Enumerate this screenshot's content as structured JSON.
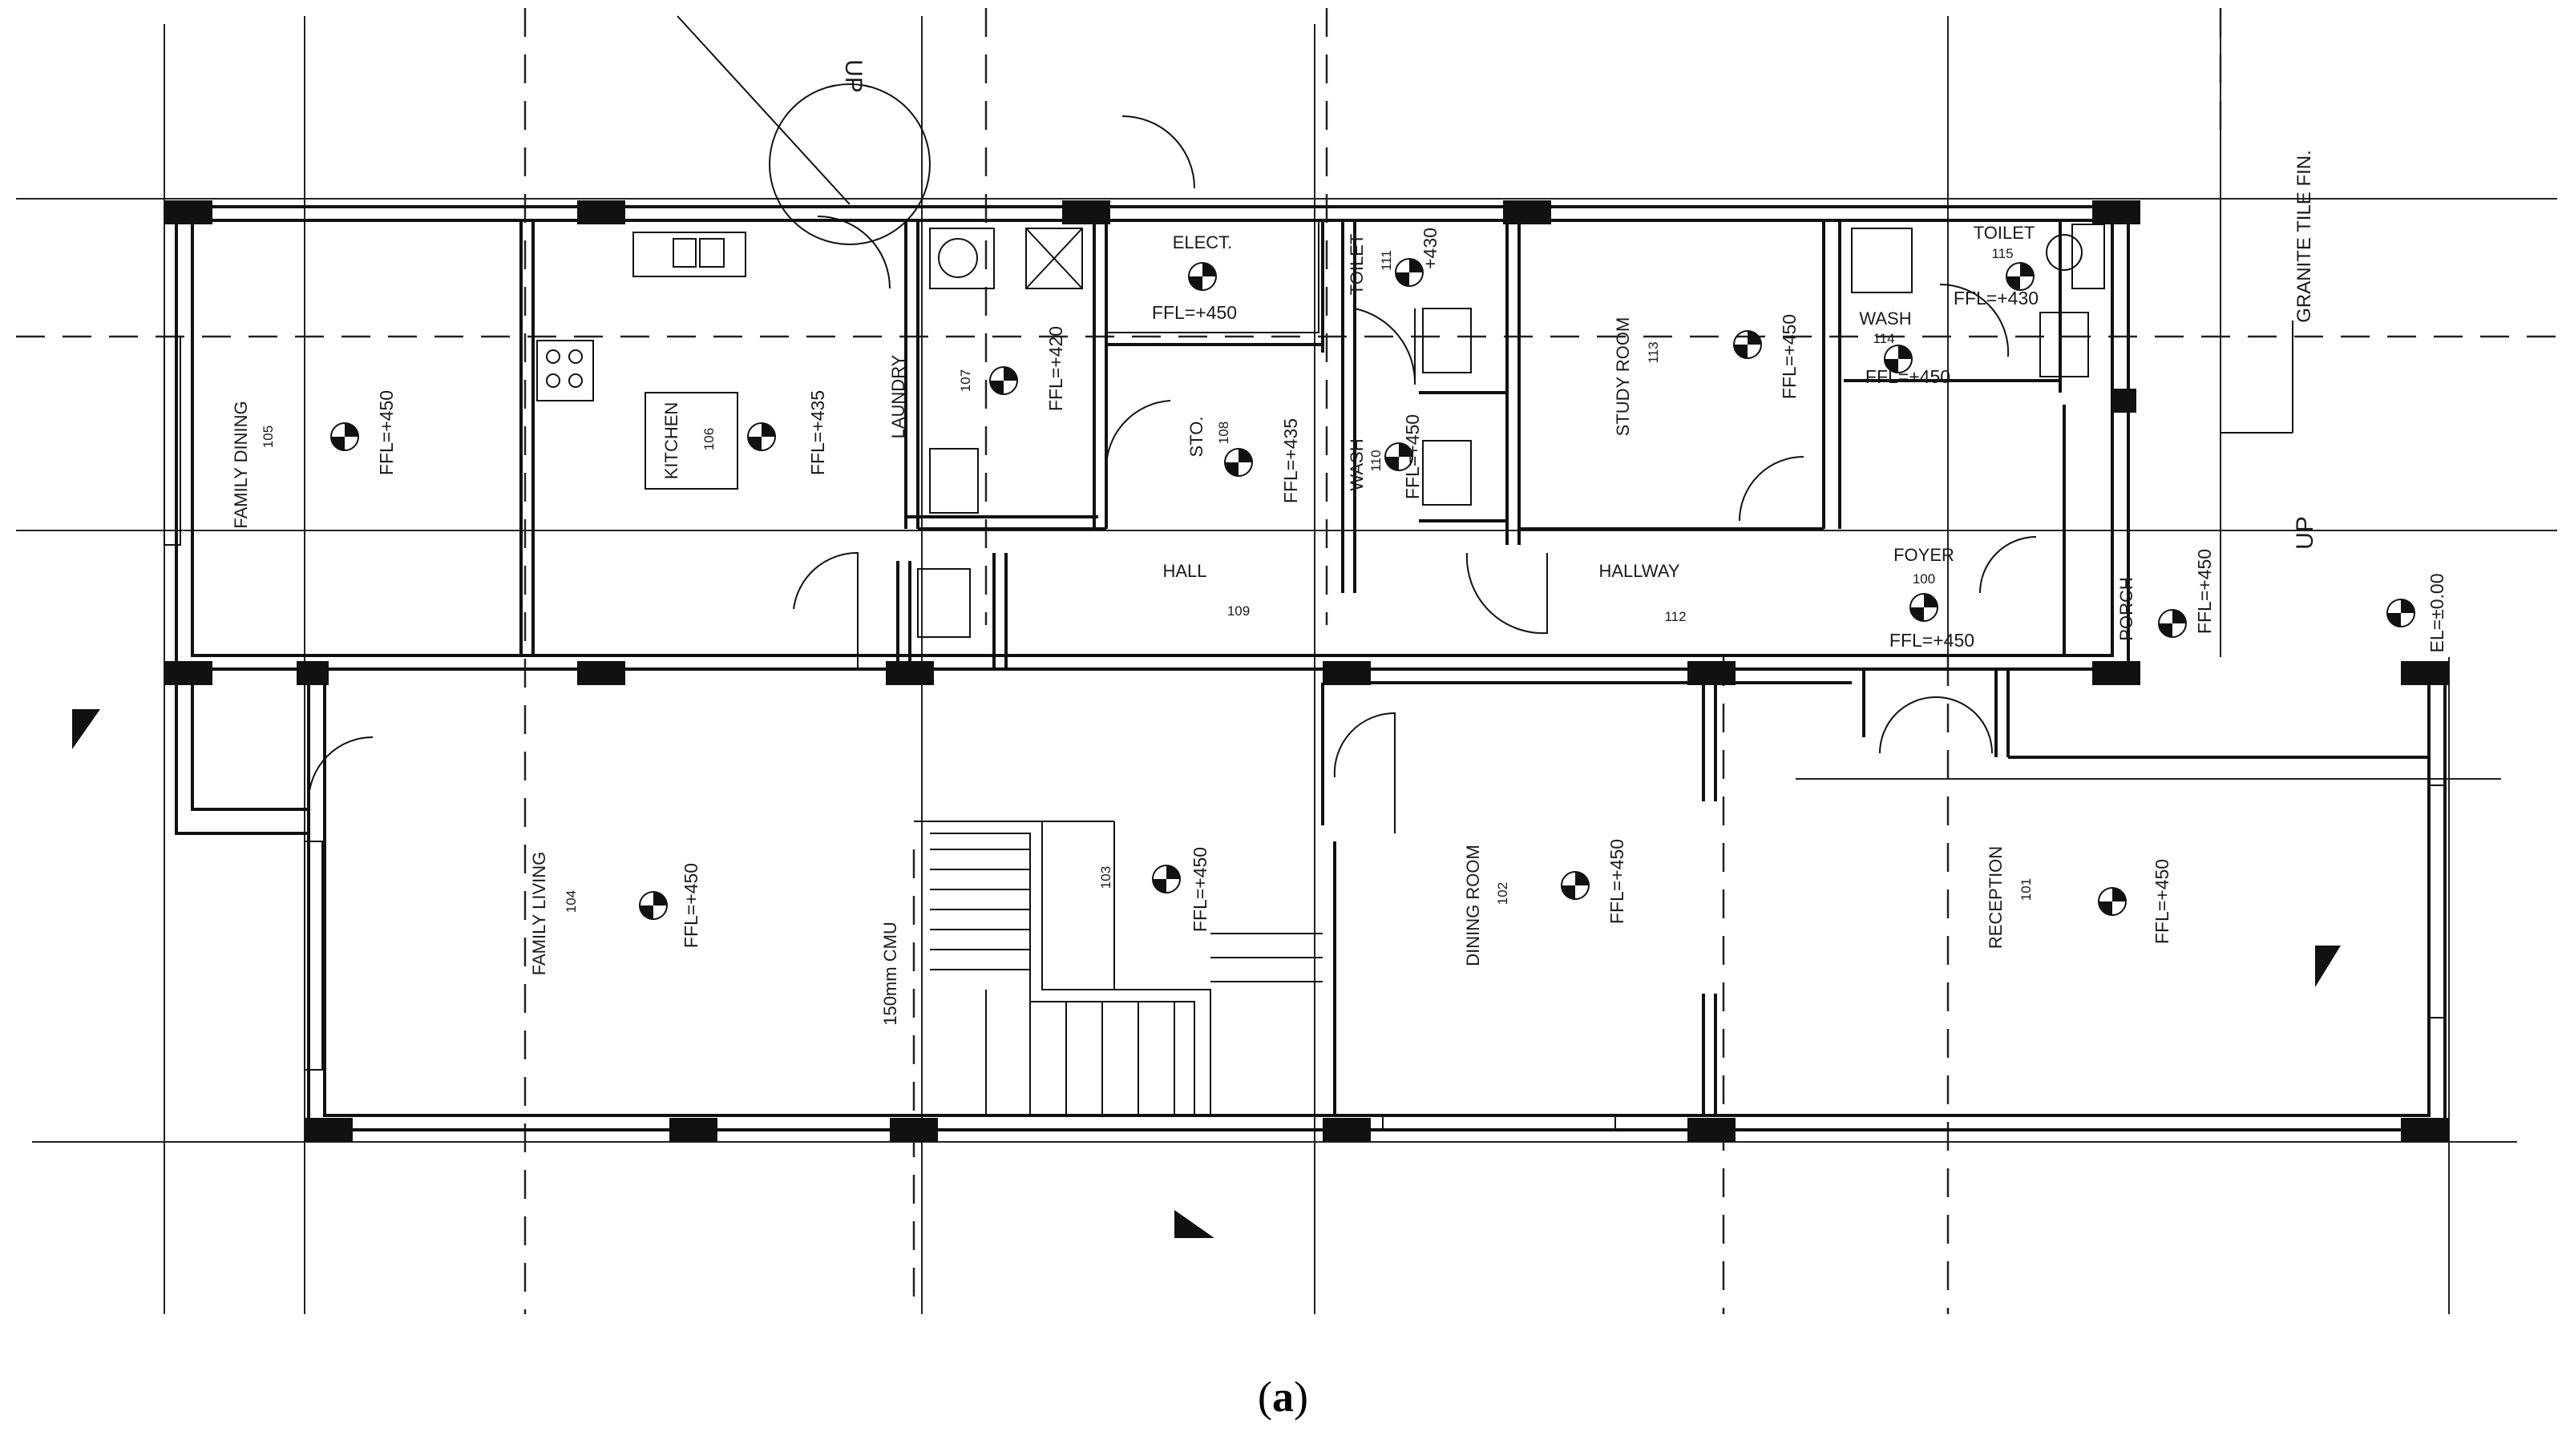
{
  "caption": {
    "open": "(",
    "letter": "a",
    "close": ")"
  },
  "rooms": [
    {
      "name": "FAMILY DINING",
      "number": "105",
      "level": "FFL=+450"
    },
    {
      "name": "KITCHEN",
      "number": "106",
      "level": "FFL=+435"
    },
    {
      "name": "LAUNDRY",
      "number": "107",
      "level": "FFL=+420"
    },
    {
      "name": "ELECT.",
      "level": "FFL=+450"
    },
    {
      "name": "STO.",
      "number": "108",
      "level": "FFL=+435"
    },
    {
      "name": "TOILET",
      "number": "111",
      "level": "+430"
    },
    {
      "name": "WASH",
      "number": "110",
      "level": "FFL=+450"
    },
    {
      "name": "STUDY ROOM",
      "number": "113",
      "level": "FFL=+450"
    },
    {
      "name": "TOILET",
      "number": "115",
      "level": "FFL=+430"
    },
    {
      "name": "WASH",
      "number": "114",
      "level": "FFL=+450"
    },
    {
      "name": "HALL",
      "number": "109"
    },
    {
      "name": "HALLWAY",
      "number": "112"
    },
    {
      "name": "FOYER",
      "number": "100",
      "level": "FFL=+450"
    },
    {
      "name": "PORCH",
      "level": "FFL=+450"
    },
    {
      "name": "FAMILY LIVING",
      "number": "104",
      "level": "FFL=+450"
    },
    {
      "name": "DINING ROOM",
      "number": "102",
      "level": "FFL=+450"
    },
    {
      "name": "RECEPTION",
      "number": "101",
      "level": "FFL=+450"
    },
    {
      "number": "103",
      "level": "FFL=+450"
    }
  ],
  "annotations": {
    "stair_up_top": "UP",
    "stair_up_right": "UP",
    "granite": "GRANITE TILE FIN.",
    "cmu": "150mm CMU",
    "external_level": "EL=±0.00"
  }
}
